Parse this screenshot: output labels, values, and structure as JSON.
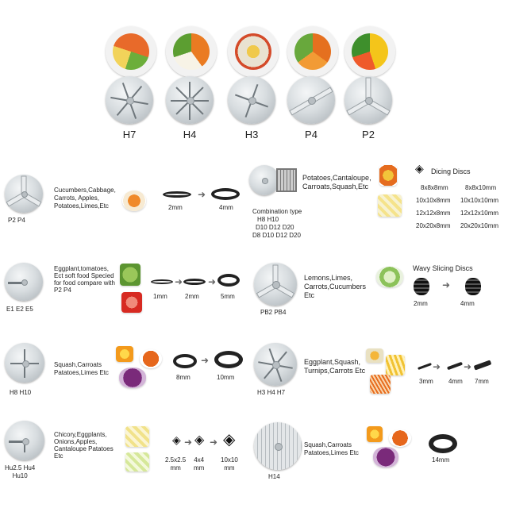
{
  "top_row": {
    "codes": [
      "H7",
      "H4",
      "H3",
      "P4",
      "P2"
    ],
    "food_colors": [
      [
        "#e86a2a",
        "#6cae3b",
        "#f2d35a"
      ],
      [
        "#ea7b22",
        "#f7f3e6",
        "#5c9e31"
      ],
      [
        "#f0c94a",
        "#e9e2d0",
        "#d44b2a"
      ],
      [
        "#e5701f",
        "#f29b35",
        "#68a83c"
      ],
      [
        "#f4c51a",
        "#ef5a2b",
        "#3e8f2c"
      ]
    ]
  },
  "sections": {
    "p2p4": {
      "codes": "P2    P4",
      "desc": [
        "Cucumbers,Cabbage,",
        "Carrots, Apples,",
        "Potatoes,Limes,Etc"
      ],
      "sizes": [
        "2mm",
        "4mm"
      ]
    },
    "combo": {
      "desc": [
        "Potatoes,Cantaloupe,",
        "Carroats,Squash,Etc"
      ],
      "title": "Combination type",
      "lines": [
        "H8        H10",
        "D10  D12  D20",
        "D8 D10 D12 D20"
      ],
      "dicing_title": "Dicing Discs",
      "dicing_sizes": [
        [
          "8x8x8mm",
          "8x8x10mm"
        ],
        [
          "10x10x8mm",
          "10x10x10mm"
        ],
        [
          "12x12x8mm",
          "12x12x10mm"
        ],
        [
          "20x20x8mm",
          "20x20x10mm"
        ]
      ]
    },
    "e1": {
      "codes": "E1  E2  E5",
      "desc": [
        "Eggplant,tomatoes,",
        "Ect soft food Specied",
        "for food compare with",
        "P2 P4"
      ],
      "sizes": [
        "1mm",
        "2mm",
        "5mm"
      ]
    },
    "pb": {
      "codes": "PB2   PB4",
      "desc": [
        "Lemons,Limes,",
        "Carrots,Cucumbers",
        "Etc"
      ],
      "wavy_title": "Wavy Slicing Discs",
      "sizes": [
        "2mm",
        "4mm"
      ]
    },
    "h8": {
      "codes": "H8    H10",
      "desc": [
        "Squash,Carroats",
        "Patatoes,Limes Etc"
      ],
      "sizes": [
        "8mm",
        "10mm"
      ]
    },
    "h3": {
      "codes": "H3  H4  H7",
      "desc": [
        "Eggplant,Squash,",
        "Turnips,Carrots Etc"
      ],
      "sizes": [
        "3mm",
        "4mm",
        "7mm"
      ]
    },
    "hu": {
      "codes": [
        "Hu2.5   Hu4",
        "Hu10"
      ],
      "desc": [
        "Chicory,Eggplants,",
        "Onions,Apples,",
        "Cantaloupe Patatoes",
        "Etc"
      ],
      "sizes": [
        [
          "2.5x2.5",
          "mm"
        ],
        [
          "4x4",
          "mm"
        ],
        [
          "10x10",
          "mm"
        ]
      ]
    },
    "h14": {
      "codes": "H14",
      "desc": [
        "Squash,Carroats",
        "Patatoes,Limes Etc"
      ],
      "sizes": [
        "14mm"
      ]
    }
  }
}
